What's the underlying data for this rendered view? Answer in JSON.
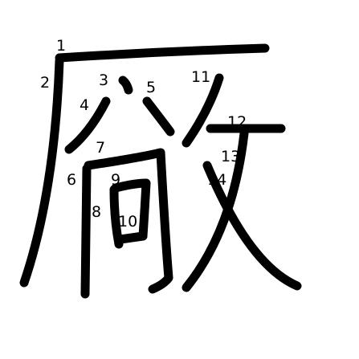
{
  "stroke_numbers": [
    "1",
    "2",
    "3",
    "4",
    "5",
    "6",
    "7",
    "8",
    "9",
    "10",
    "11",
    "12",
    "13",
    "14"
  ],
  "colors": {
    "ink": "#000000",
    "background": "#ffffff"
  }
}
